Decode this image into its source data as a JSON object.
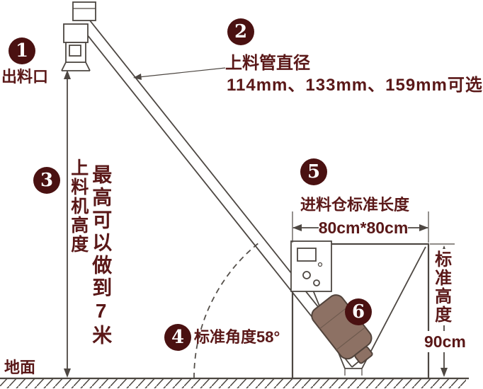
{
  "colors": {
    "text": "#5a1818",
    "badge": "#4a1111",
    "line": "#4d4742",
    "motor": "#8d7164"
  },
  "diagram": {
    "outlet": {
      "num": "1",
      "label": "出料口"
    },
    "pipe": {
      "num": "2",
      "title": "上料管直径",
      "sizes": "114mm、133mm、159mm可选"
    },
    "machine_height": {
      "num": "3",
      "label": "上料机高度",
      "note": "最高可以做到7米"
    },
    "angle": {
      "num": "4",
      "label": "标准角度58°"
    },
    "hopper": {
      "num": "5",
      "title": "进料仓标准长度",
      "size": "80cm*80cm"
    },
    "motor_badge": {
      "num": "6"
    },
    "ground": {
      "label": "地面"
    },
    "std_height": {
      "label": "标准高度",
      "value": "90cm"
    }
  }
}
